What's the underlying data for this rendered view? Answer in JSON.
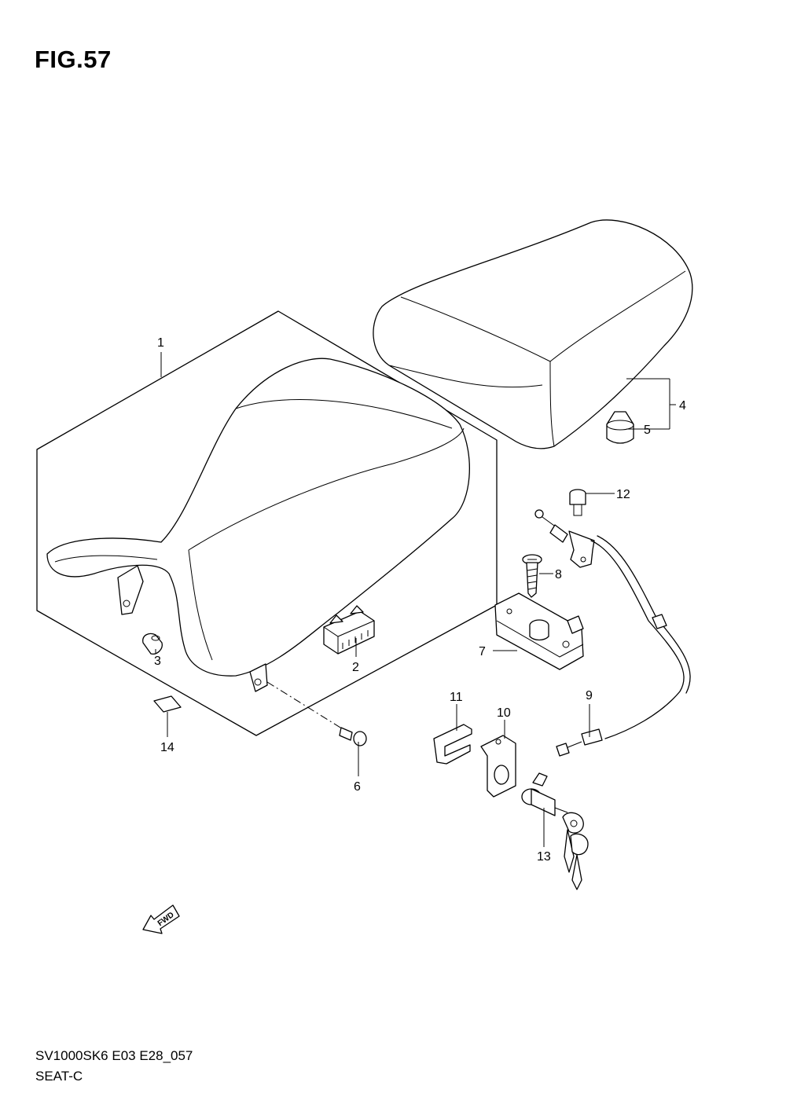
{
  "figure": {
    "title": "FIG.57",
    "model_code": "SV1000SK6 E03 E28_057",
    "section_name": "SEAT-C",
    "fwd_label": "FWD"
  },
  "callouts": {
    "c1": "1",
    "c2": "2",
    "c3": "3",
    "c4": "4",
    "c5": "5",
    "c6": "6",
    "c7": "7",
    "c8": "8",
    "c9": "9",
    "c10": "10",
    "c11": "11",
    "c12": "12",
    "c13": "13",
    "c14": "14"
  }
}
